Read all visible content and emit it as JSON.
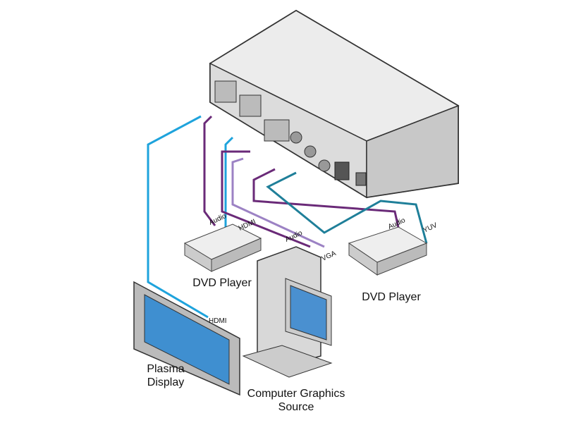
{
  "colors": {
    "hdmi_out": "#1ea3dc",
    "audio": "#6a2a78",
    "vga": "#9c82c4",
    "yuv": "#1f7f99",
    "device_body": "#d6d6d6",
    "device_edge": "#4a4a4a"
  },
  "labels": {
    "dvd_left": "DVD Player",
    "dvd_right": "DVD Player",
    "plasma": "Plasma\nDisplay",
    "computer": "Computer Graphics\nSource"
  },
  "cable_labels": {
    "audio_left": "Audio",
    "hdmi_left": "HDMI",
    "audio_pc": "Audio",
    "vga_pc": "VGA",
    "audio_right": "Audio",
    "yuv_right": "YUV",
    "hdmi_plasma": "HDMI"
  }
}
